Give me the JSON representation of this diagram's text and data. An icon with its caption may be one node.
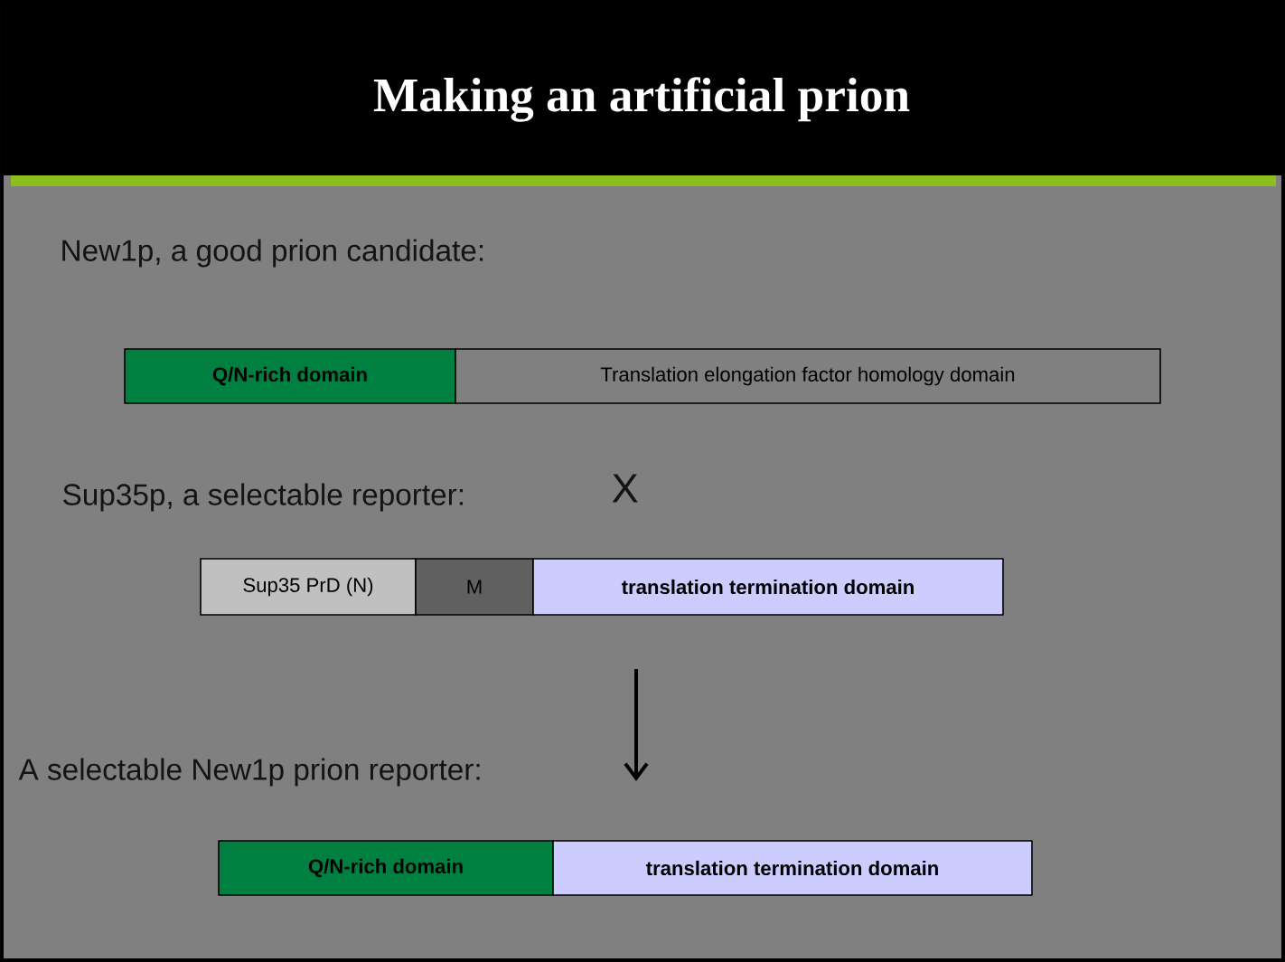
{
  "diagram": {
    "title": "Making an artificial prion",
    "nodes": [
      {
        "text": [
          "Q/N-rich domain"
        ]
      },
      {
        "text": [
          "Translation elongation factor homology domain"
        ]
      },
      {
        "text": [
          "Sup35 PrD (N)"
        ]
      },
      {
        "text": [
          "M"
        ]
      },
      {
        "text": [
          "translation termination domain"
        ]
      },
      {
        "text": [
          "Q/N-rich domain"
        ]
      },
      {
        "text": [
          "translation termination domain"
        ]
      }
    ],
    "labels": [
      "New1p, a good prion candidate:",
      "Sup35p, a selectable reporter:",
      "X",
      "A selectable New1p prion reporter:"
    ]
  }
}
